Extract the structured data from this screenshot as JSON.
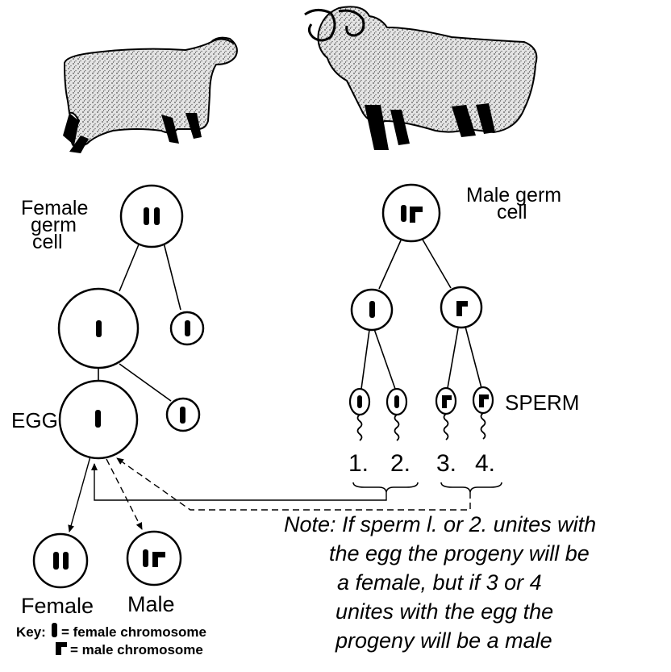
{
  "labels": {
    "female_germ_line1": "Female",
    "female_germ_line2": "germ",
    "female_germ_line3": "cell",
    "male_germ_line1": "Male  germ",
    "male_germ_line2": "cell",
    "egg": "EGG",
    "sperm": "SPERM",
    "sperm_numbers": [
      "1.",
      "2.",
      "3.",
      "4."
    ],
    "female": "Female",
    "male": "Male"
  },
  "note": {
    "lines": [
      "Note: If  sperm  l. or  2.  unites with",
      "the  egg  the  progeny  will be",
      "a  female,  but  if   3  or  4",
      "unites  with  the  egg  the",
      "progeny  will  be  a  male"
    ]
  },
  "key": {
    "prefix": "Key:",
    "female_label": "= female  chromosome",
    "male_label": "= male  chromosome"
  },
  "colors": {
    "ink": "#000000",
    "background": "#ffffff",
    "fleece": "#bdbdbd"
  }
}
